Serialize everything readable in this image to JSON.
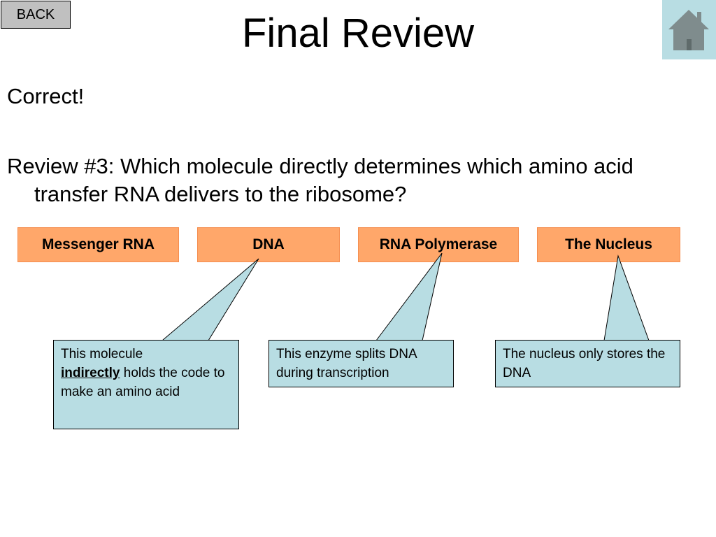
{
  "nav": {
    "back_label": "BACK",
    "home_icon": "house-icon"
  },
  "title": "Final Review",
  "feedback": "Correct!",
  "question": "Review #3: Which molecule directly determines which amino acid transfer RNA delivers to the ribosome?",
  "answers": [
    {
      "label": "Messenger RNA"
    },
    {
      "label": "DNA"
    },
    {
      "label": "RNA Polymerase"
    },
    {
      "label": "The Nucleus"
    }
  ],
  "callouts": {
    "dna": {
      "prefix": "This molecule",
      "emphasis": "indirectly",
      "suffix": "holds the code to make an amino acid"
    },
    "rna_polymerase": {
      "text": "This enzyme splits DNA during transcription"
    },
    "nucleus": {
      "text": "The nucleus only stores the DNA"
    }
  },
  "colors": {
    "answer_fill": "#ffa76a",
    "callout_fill": "#b8dde3",
    "home_fill": "#b8dde3",
    "back_fill": "#c0c0c0"
  }
}
